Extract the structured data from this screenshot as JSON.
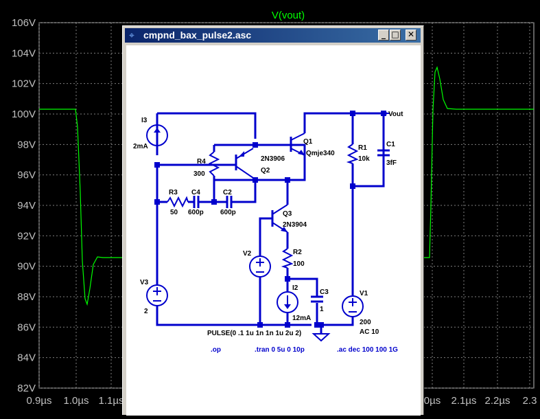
{
  "plot": {
    "title": "V(vout)",
    "trace_color": "#00ff00",
    "y_ticks": [
      "106V",
      "104V",
      "102V",
      "100V",
      "98V",
      "96V",
      "94V",
      "92V",
      "90V",
      "88V",
      "86V",
      "84V",
      "82V"
    ],
    "x_ticks": [
      "0.9µs",
      "1.0µs",
      "1.1µs",
      "0µs",
      "2.1µs",
      "2.2µs",
      "2.3"
    ]
  },
  "window": {
    "title": "cmpnd_bax_pulse2.asc",
    "minimize": "_",
    "maximize": "□",
    "close": "✕"
  },
  "schematic": {
    "components": {
      "I3": {
        "name": "I3",
        "value": "2mA"
      },
      "R4": {
        "name": "R4",
        "value": "300"
      },
      "R3": {
        "name": "R3",
        "value": "50"
      },
      "C4": {
        "name": "C4",
        "value": "600p"
      },
      "C2": {
        "name": "C2",
        "value": "600p"
      },
      "Q2": {
        "name": "Q2",
        "value": "2N3906"
      },
      "Q1": {
        "name": "Q1",
        "value": "Qmje340"
      },
      "Q3": {
        "name": "Q3",
        "value": "2N3904"
      },
      "R1": {
        "name": "R1",
        "value": "10k"
      },
      "C1": {
        "name": "C1",
        "value": "3fF"
      },
      "V2": {
        "name": "V2"
      },
      "R2": {
        "name": "R2",
        "value": "100"
      },
      "I2": {
        "name": "I2",
        "value": "12mA"
      },
      "C3": {
        "name": "C3",
        "value": "1"
      },
      "V3": {
        "name": "V3",
        "value": "2"
      },
      "V1": {
        "name": "V1",
        "value": "200",
        "value2": "AC 10"
      }
    },
    "net_label": "Vout",
    "pulse": "PULSE(0 .1 1u 1n 1n 1u 2u 2)",
    "directives": {
      "op": ".op",
      "tran": ".tran 0 5u 0 10p",
      "ac": ".ac dec 100 100 1G"
    }
  }
}
